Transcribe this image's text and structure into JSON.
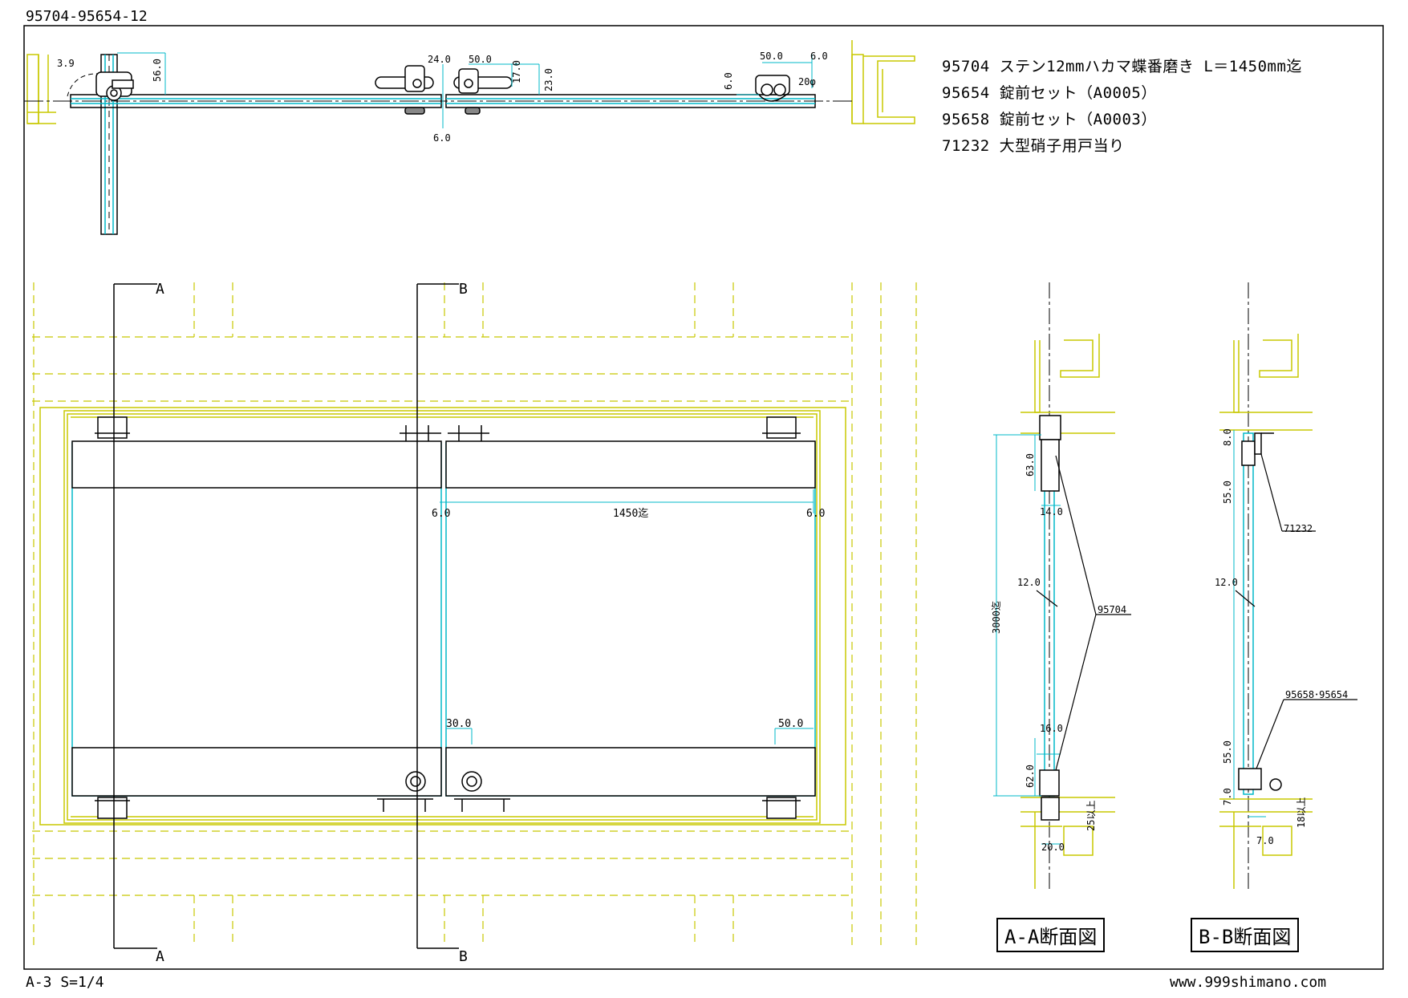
{
  "drawing_number": "95704-95654-12",
  "sheet_info": "A-3 S=1/4",
  "website": "www.999shimano.com",
  "legend": [
    "95704 ステン12mmハカマ蝶番磨き L＝1450mm迄",
    "95654 錠前セット（A0005）",
    "95658 錠前セット（A0003）",
    "71232 大型硝子用戸当り"
  ],
  "section_marks": {
    "a": "A",
    "b": "B"
  },
  "captions": {
    "aa": "A-A断面図",
    "bb": "B-B断面図"
  },
  "plan_dims": {
    "d39": "3.9",
    "d56": "56.0",
    "d24": "24.0",
    "d50a": "50.0",
    "d17": "17.0",
    "d23": "23.0",
    "d6mid": "6.0",
    "d50b": "50.0",
    "d6b": "6.0",
    "d6c": "6.0",
    "d20phi": "20φ"
  },
  "elev_dims": {
    "w1450": "1450迄",
    "gapL": "6.0",
    "gapR": "6.0",
    "d30": "30.0",
    "d50": "50.0"
  },
  "aa_dims": {
    "h3000": "3000迄",
    "d63": "63.0",
    "d14": "14.0",
    "d12": "12.0",
    "ref": "95704",
    "d16": "16.0",
    "d62": "62.0",
    "d25": "25以上",
    "d20": "20.0"
  },
  "bb_dims": {
    "d8": "8.0",
    "d55a": "55.0",
    "ref1": "71232",
    "d12": "12.0",
    "ref2": "95658･95654",
    "d55b": "55.0",
    "d7a": "7.0",
    "d18": "18以上",
    "d7b": "7.0"
  },
  "colors": {
    "frame": "#c8c800",
    "glass": "#00b8c8",
    "line": "#000000"
  }
}
